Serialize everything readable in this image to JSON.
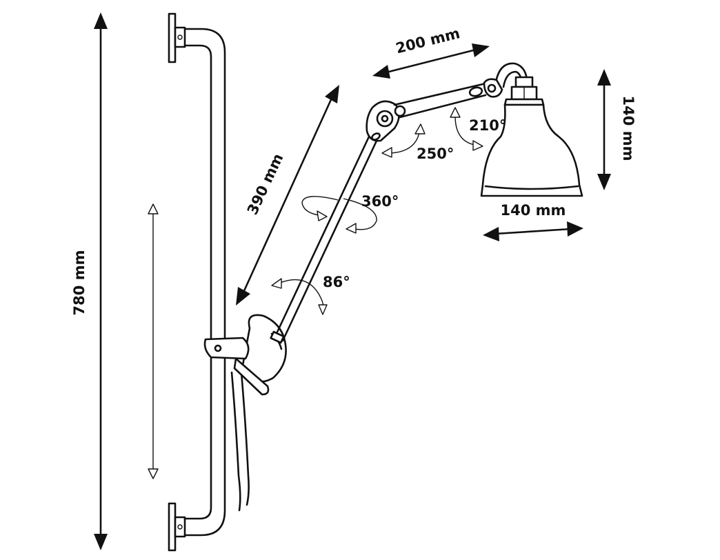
{
  "dimensions": {
    "total_height": "780 mm",
    "arm_length": "390 mm",
    "upper_arm_length": "200 mm",
    "shade_height": "140 mm",
    "shade_width": "140 mm"
  },
  "angles": {
    "arm_base_rotation": "86°",
    "arm_swivel": "360°",
    "elbow_joint": "250°",
    "shade_joint": "210°"
  }
}
